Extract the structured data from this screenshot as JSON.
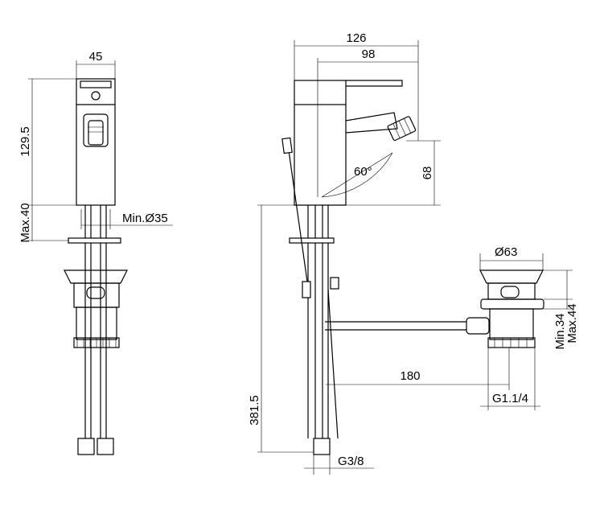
{
  "title": "Bidet mixer technical drawing",
  "front_view": {
    "width_label": "45",
    "height_label": "129.5",
    "max_deck_label": "Max.40",
    "min_hole_label": "Min.Ø35"
  },
  "side_view": {
    "overall_depth_label": "126",
    "spout_reach_label": "98",
    "angle_label": "60°",
    "spout_height_label": "68",
    "hose_length_label": "381.5",
    "connection_label": "G3/8"
  },
  "waste": {
    "diameter_label": "Ø63",
    "min_height_label": "Min.34",
    "max_height_label": "Max.44",
    "rod_length_label": "180",
    "thread_label": "G1.1/4"
  }
}
